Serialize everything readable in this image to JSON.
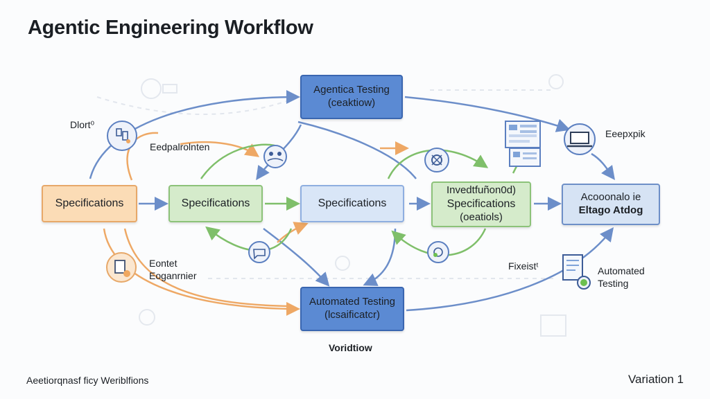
{
  "title": "Agentic Engineering Workflow",
  "nodes": {
    "top": {
      "line1": "Agentica Testing",
      "line2": "(ceaktiow)"
    },
    "spec_orange": {
      "label": "Specifications"
    },
    "spec_green": {
      "label": "Specifications"
    },
    "spec_blue": {
      "label": "Specifications"
    },
    "spec_green_right": {
      "line1": "Invedtfuñon0d)",
      "line2": "Specifications",
      "line3": "(oeatiols)"
    },
    "right": {
      "line1": "Acooonalo ie",
      "line2": "Eltago Atdog"
    },
    "bottom": {
      "line1": "Automated Testing",
      "line2": "(lcsaificatcr)"
    }
  },
  "labels": {
    "top_left": "Dlort⁰",
    "left_mid": "Eedpalrolnten",
    "left_bottom_1": "Eontet",
    "left_bottom_2": "Eoganrnier",
    "right_top": "Eeepxpik",
    "right_bottom_a": "Fixeistᵗ",
    "right_bottom_b1": "Automated",
    "right_bottom_b2": "Testing",
    "under_bottom": "Voridtiow"
  },
  "footer": {
    "left": "Aeetiorqnasf ficy Weriblfions",
    "right": "Variation 1"
  },
  "colors": {
    "blue_arrow": "#6c8ec9",
    "orange_arrow": "#eea865",
    "green_arrow": "#7fbf6a",
    "dark_blue_node": "#5b8ad3"
  },
  "icons": [
    "people-icon",
    "team-icon",
    "gear-cycle-icon",
    "document-check-icon",
    "dashboard-document-icon",
    "laptop-icon",
    "chat-icon",
    "checklist-icon",
    "refresh-icon"
  ]
}
